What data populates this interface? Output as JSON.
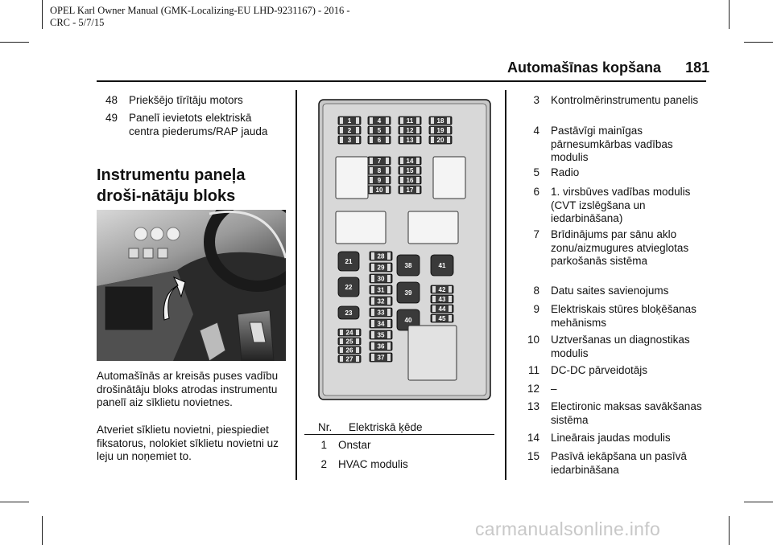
{
  "header": {
    "meta_line1": "OPEL Karl Owner Manual (GMK-Localizing-EU LHD-9231167) - 2016 -",
    "meta_line2": "CRC - 5/7/15",
    "title": "Automašīnas kopšana",
    "page_number": "181"
  },
  "left_column": {
    "list": [
      {
        "num": "48",
        "text": "Priekšējo tīrītāju motors"
      },
      {
        "num": "49",
        "text": "Panelī ievietots elektriskā centra piederums/RAP jauda"
      }
    ],
    "section_title": "Instrumentu paneļa droši-nātāju bloks",
    "para1": "Automašīnās ar kreisās puses vadību drošinātāju bloks atrodas instrumentu panelī aiz sīklietu novietnes.",
    "para2": "Atveriet sīklietu novietni, piespiediet fiksatorus, nolokiet sīklietu novietni uz leju un noņemiet to."
  },
  "fuse_labels": {
    "top_grid": [
      "1",
      "4",
      "11",
      "18",
      "2",
      "5",
      "12",
      "19",
      "3",
      "6",
      "13",
      "20"
    ],
    "mid_col_a": [
      "7",
      "8",
      "9",
      "10"
    ],
    "mid_col_b": [
      "14",
      "15",
      "16",
      "17"
    ],
    "lower_left": [
      "21",
      "22",
      "23"
    ],
    "lower_mid": [
      "28",
      "29",
      "30",
      "31",
      "32",
      "33",
      "34",
      "35",
      "36",
      "37"
    ],
    "lower_left_small": [
      "24",
      "25",
      "26",
      "27"
    ],
    "relays": [
      "38",
      "39",
      "40",
      "41"
    ],
    "lower_right": [
      "42",
      "43",
      "44",
      "45"
    ]
  },
  "table": {
    "col_nr": "Nr.",
    "col_circuit": "Elektriskā ķēde",
    "rows": [
      {
        "num": "1",
        "text": "Onstar"
      },
      {
        "num": "2",
        "text": "HVAC modulis"
      }
    ]
  },
  "right_column": {
    "list": [
      {
        "num": "3",
        "text": "Kontrolmērinstrumentu panelis"
      },
      {
        "num": "4",
        "text": "Pastāvīgi mainīgas pārnesumkārbas vadības modulis"
      },
      {
        "num": "5",
        "text": "Radio"
      },
      {
        "num": "6",
        "text": "1. virsbūves vadības modulis (CVT izslēgšana un iedarbināšana)"
      },
      {
        "num": "7",
        "text": "Brīdinājums par sānu aklo zonu/aizmugures atvieglotas parkošanās sistēma"
      },
      {
        "num": "8",
        "text": "Datu saites savienojums"
      },
      {
        "num": "9",
        "text": "Elektriskais stūres bloķēšanas mehānisms"
      },
      {
        "num": "10",
        "text": "Uztveršanas un diagnostikas modulis"
      },
      {
        "num": "11",
        "text": "DC-DC pārveidotājs"
      },
      {
        "num": "12",
        "text": "–"
      },
      {
        "num": "13",
        "text": "Electironic maksas savākšanas sistēma"
      },
      {
        "num": "14",
        "text": "Lineārais jaudas modulis"
      },
      {
        "num": "15",
        "text": "Pasīvā iekāpšana un pasīvā iedarbināšana"
      }
    ]
  },
  "watermark": "carmanualsonline.info"
}
